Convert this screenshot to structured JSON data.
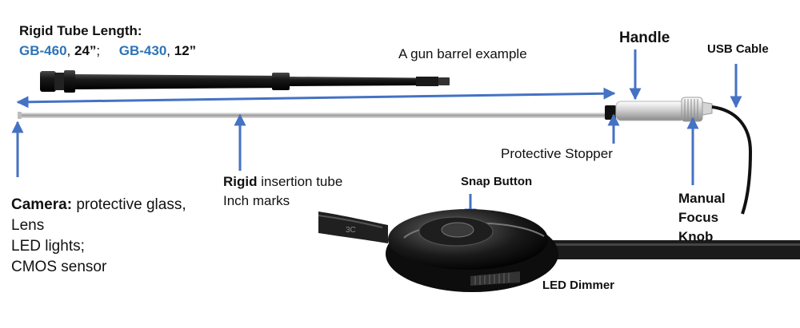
{
  "title": {
    "heading": "Rigid Tube Length:",
    "model_a": "GB-460",
    "model_a_len": "24”",
    "model_b": "GB-430",
    "model_b_len": "12”"
  },
  "labels": {
    "barrel": "A gun barrel example",
    "handle": "Handle",
    "usb": "USB Cable",
    "stopper": "Protective Stopper",
    "rigid_bold": "Rigid",
    "rigid_rest": " insertion tube",
    "inch_marks": "Inch marks",
    "camera_bold": "Camera:",
    "camera_rest": " protective glass,",
    "camera_lines": [
      "Lens",
      "LED lights;",
      "CMOS sensor"
    ],
    "snap": "Snap Button",
    "dimmer": "LED Dimmer",
    "focus_lines": [
      "Manual",
      "Focus",
      "Knob"
    ]
  },
  "colors": {
    "arrow": "#4472c4",
    "model_blue": "#2e74b5"
  }
}
